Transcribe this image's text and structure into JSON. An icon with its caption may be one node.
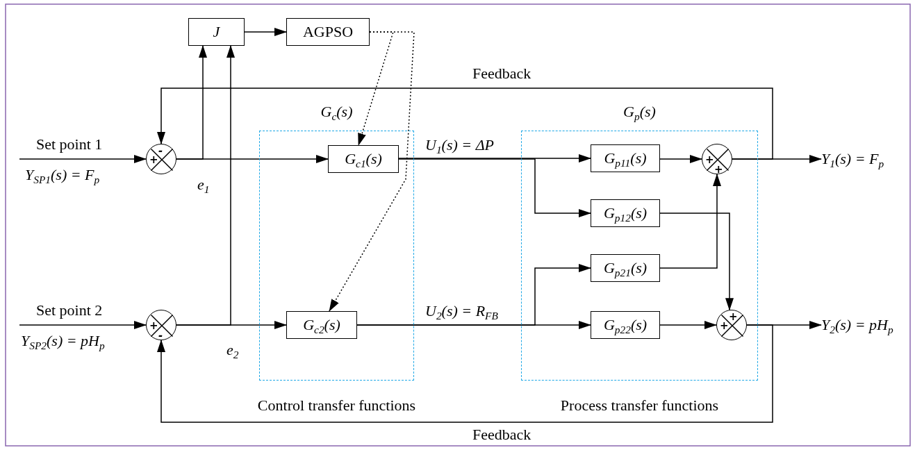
{
  "diagram": {
    "nodes": [
      {
        "text": [
          "-",
          "+"
        ]
      },
      {
        "text": [
          "+",
          "-"
        ]
      },
      {
        "text": [
          "J"
        ]
      },
      {
        "text": [
          "AGPSO"
        ]
      },
      {
        "text": [
          "G$_{c}$(s)",
          "Control transfer functions"
        ]
      },
      {
        "text": [
          "G$_{c1}$(s)"
        ],
        "in": 4
      },
      {
        "text": [
          "G$_{c2}$(s)"
        ],
        "in": 4
      },
      {
        "text": [
          "G$_{p}$(s)",
          "Process transfer functions"
        ]
      },
      {
        "text": [
          "G$_{p11}$(s)"
        ],
        "in": 7
      },
      {
        "text": [
          "G$_{p12}$(s)"
        ],
        "in": 7
      },
      {
        "text": [
          "G$_{p21}$(s)"
        ],
        "in": 7
      },
      {
        "text": [
          "G$_{p22}$(s)"
        ],
        "in": 7
      },
      {
        "text": [
          "+",
          "+"
        ],
        "in": 7
      },
      {
        "text": [
          "+",
          "+"
        ],
        "in": 7
      },
      {
        "text": [
          "Y$_{1}$(s) = F$_{p}$"
        ]
      },
      {
        "text": [
          "Y$_{2}$(s) = pH$_{p}$"
        ]
      }
    ],
    "edges": [
      {
        "from": null,
        "to": 0,
        "arrow": "to"
      },
      {
        "from": null,
        "to": 1,
        "arrow": "to"
      },
      {
        "from": 0,
        "to": 5,
        "arrow": "to",
        "label": "e$_{1}$"
      },
      {
        "from": 1,
        "to": 6,
        "arrow": "to",
        "label": "e$_{2}$"
      },
      {
        "from": 0,
        "to": 2,
        "arrow": "to"
      },
      {
        "from": 1,
        "to": 2,
        "arrow": "to"
      },
      {
        "from": 2,
        "to": 3,
        "arrow": "to"
      },
      {
        "from": 3,
        "to": 5,
        "arrow": "to",
        "style": "dashed"
      },
      {
        "from": 3,
        "to": 6,
        "arrow": "to",
        "style": "dashed"
      },
      {
        "from": 5,
        "to": 8,
        "arrow": "to",
        "label": "U$_{1}$(s) = ΔP"
      },
      {
        "from": 5,
        "to": 9,
        "arrow": "to"
      },
      {
        "from": 6,
        "to": 10,
        "arrow": "to"
      },
      {
        "from": 6,
        "to": 11,
        "arrow": "to",
        "label": "U$_{2}$(s) = R$_{FB}$"
      },
      {
        "from": 8,
        "to": 12,
        "arrow": "to"
      },
      {
        "from": 10,
        "to": 12,
        "arrow": "to"
      },
      {
        "from": 9,
        "to": 13,
        "arrow": "to"
      },
      {
        "from": 11,
        "to": 13,
        "arrow": "to"
      },
      {
        "from": 12,
        "to": 14,
        "arrow": "to"
      },
      {
        "from": 13,
        "to": 15,
        "arrow": "to"
      },
      {
        "from": 12,
        "to": 0,
        "arrow": "to",
        "label": "Feedback"
      },
      {
        "from": 13,
        "to": 1,
        "arrow": "to",
        "label": "Feedback"
      }
    ],
    "labels": [
      "Set point 1",
      "Y$_{SP1}$(s) = F$_{p}$",
      "Set point 2",
      "Y$_{SP2}$(s) = pH$_{p}$"
    ]
  }
}
